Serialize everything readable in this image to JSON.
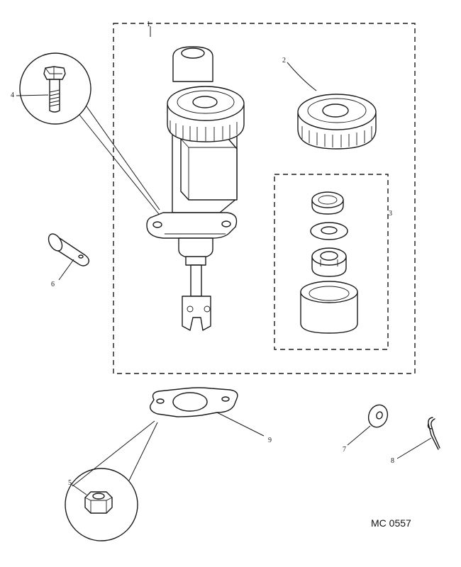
{
  "figure_ref": "MC 0557",
  "callouts": {
    "c1": "1",
    "c2": "2",
    "c3": "3",
    "c4": "4",
    "c5": "5",
    "c6": "6",
    "c7": "7",
    "c8": "8",
    "c9": "9"
  },
  "icons": [
    "master-cylinder",
    "reservoir-cap",
    "seal-kit",
    "bolt",
    "nut",
    "clevis-pin",
    "washer",
    "split-pin",
    "gasket"
  ]
}
